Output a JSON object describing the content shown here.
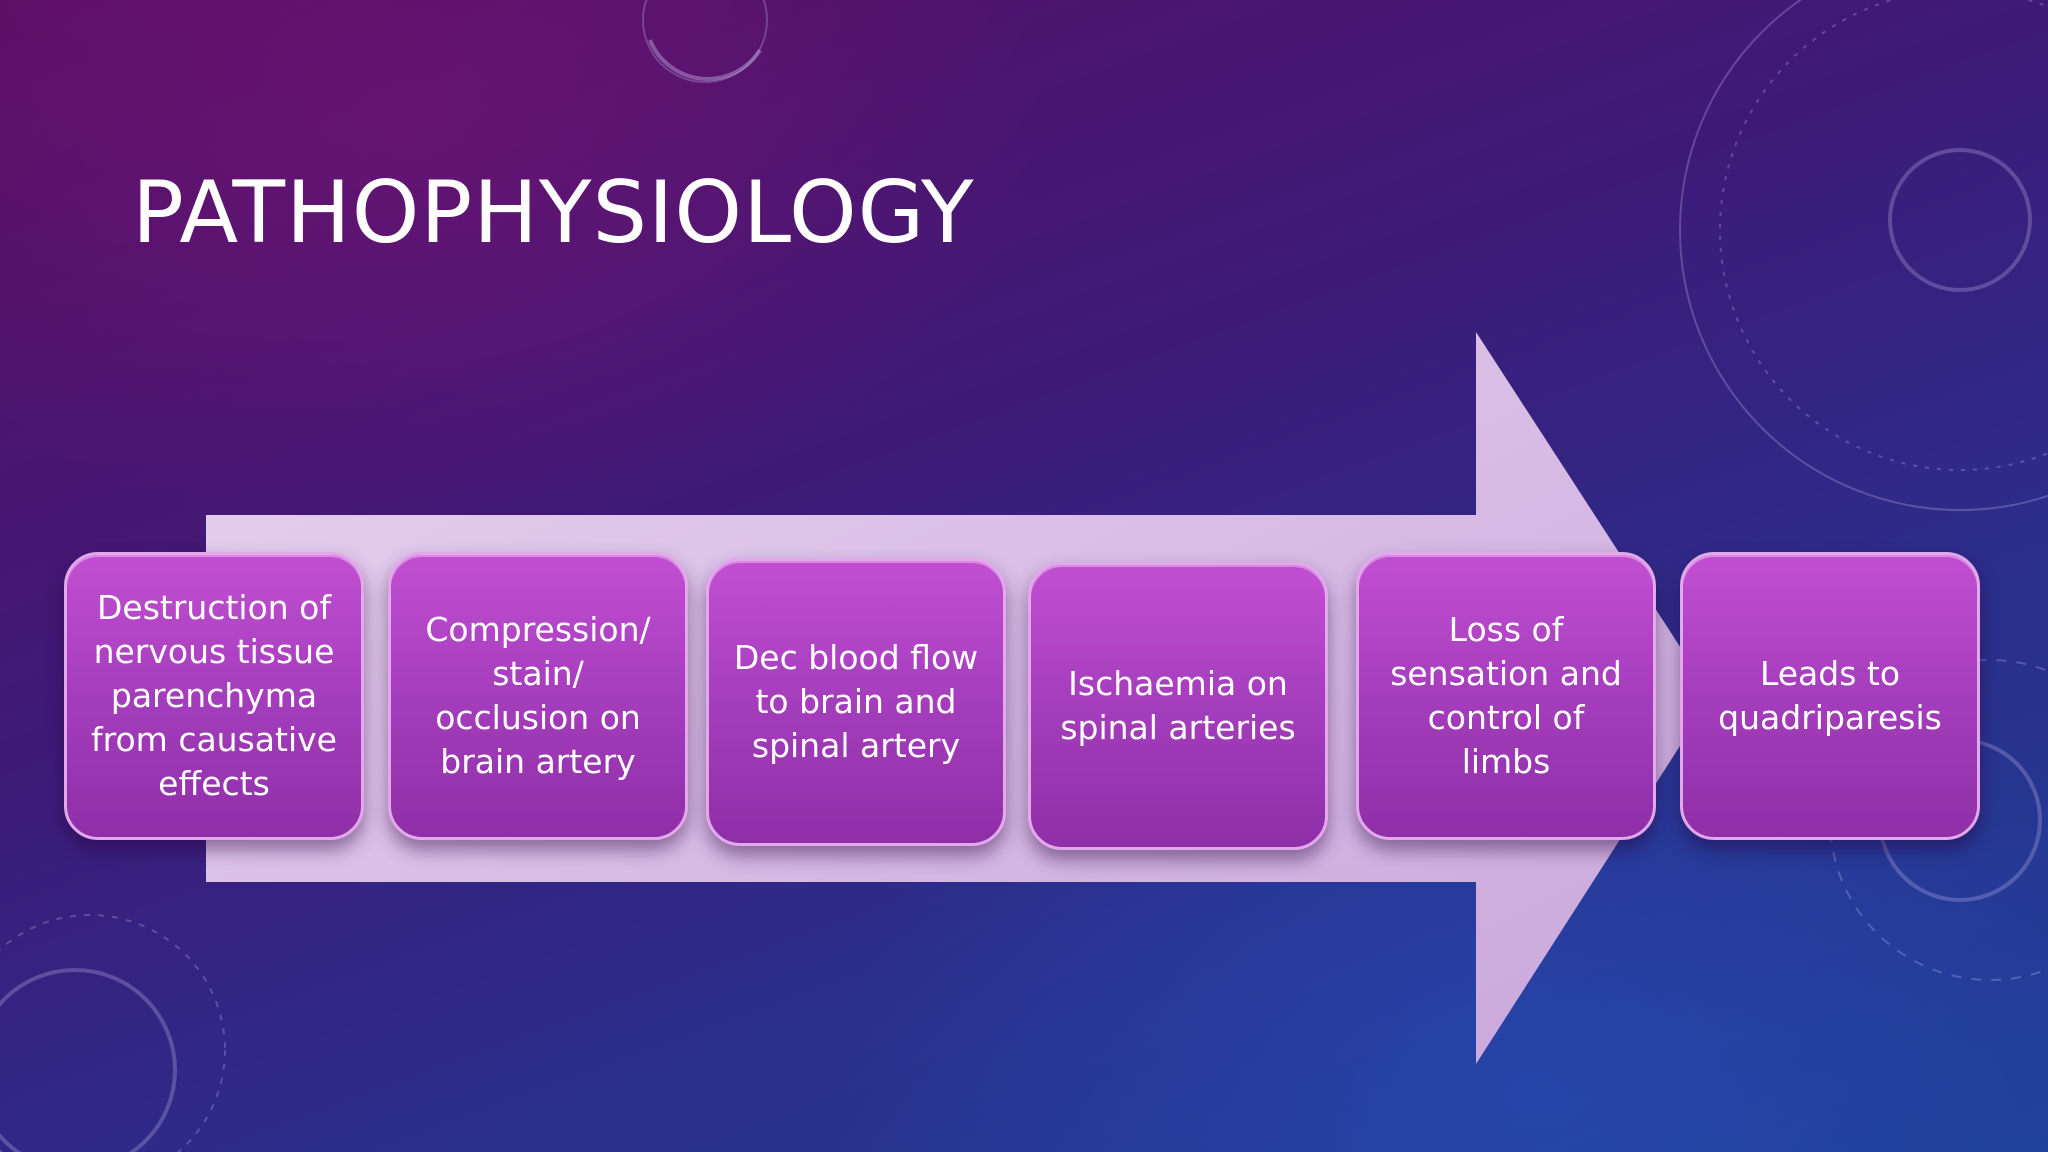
{
  "slide": {
    "title": "PATHOPHYSIOLOGY"
  },
  "steps": [
    {
      "text": "Destruction of\nnervous tissue\nparenchyma\nfrom causative\neffects"
    },
    {
      "text": "Compression/\nstain/\nocclusion on\nbrain artery"
    },
    {
      "text": "Dec blood flow\nto brain and\nspinal artery"
    },
    {
      "text": "Ischaemia on\nspinal arteries"
    },
    {
      "text": "Loss of\nsensation and\ncontrol of\nlimbs"
    },
    {
      "text": "Leads to\nquadriparesis"
    }
  ],
  "colors": {
    "background_top": "#5a0f63",
    "background_bottom": "#1f3f95",
    "arrow": "#dcc0e8",
    "box_fill": "#a73fbe",
    "box_border": "#e3a7ec",
    "text": "#ffffff"
  }
}
